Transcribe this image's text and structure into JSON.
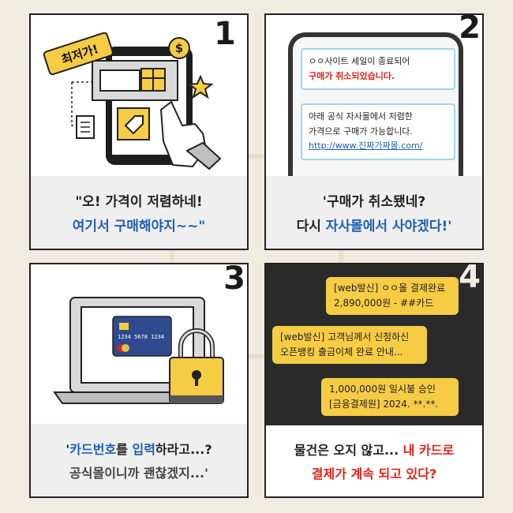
{
  "panels": [
    {
      "number": "1",
      "badge": "최저가!",
      "caption_line1": "\"오! 가격이 저렴하네!",
      "caption_line2_blue": "여기서 구매해야지~~\"",
      "caption_line2_rest": ""
    },
    {
      "number": "2",
      "message1_line1": "ㅇㅇ사이트 세일이 종료되어",
      "message1_line2": "구매가 취소되었습니다.",
      "message2_line1": "아래 공식 자사몰에서 저렴한",
      "message2_line2": "가격으로 구매가 가능합니다.",
      "message2_link": "http://www.진짜가짜몰.com/",
      "caption_line1": "'구매가 취소됐네?",
      "caption_line2_plain": "다시 ",
      "caption_line2_blue": "자사몰에서 사야겠다!'"
    },
    {
      "number": "3",
      "card_number": "1234  5678  1234",
      "caption_line1_start": "'",
      "caption_line1_blue1": "카드번호",
      "caption_line1_mid": "를 ",
      "caption_line1_blue2": "입력",
      "caption_line1_end": "하라고...?",
      "caption_line2": "공식몰이니까 괜찮겠지...'"
    },
    {
      "number": "4",
      "sms1_line1": "[web발신] ㅇㅇ몰 결제완료",
      "sms1_line2": "2,890,000원 - ##카드",
      "sms2_line1": "[web발신] 고객님께서 신청하신",
      "sms2_line2": "오픈뱅킹 출금이체 완료 안내...",
      "sms3_line1": "1,000,000원 일시불 승인",
      "sms3_line2": "[금융결제원] 2024. **.**.",
      "caption_line1_plain": "물건은 오지 않고... ",
      "caption_line1_red": "내 카드로",
      "caption_line2_red": "결제가 계속 되고 있다?"
    }
  ],
  "colors": {
    "background": "#f1ece0",
    "accent_blue": "#1f5fb4",
    "accent_red": "#e0241b",
    "bubble_yellow": "#f6cc45",
    "bubble_border_cyan": "#9fd8e6",
    "dark_panel": "#2a2a2a"
  }
}
